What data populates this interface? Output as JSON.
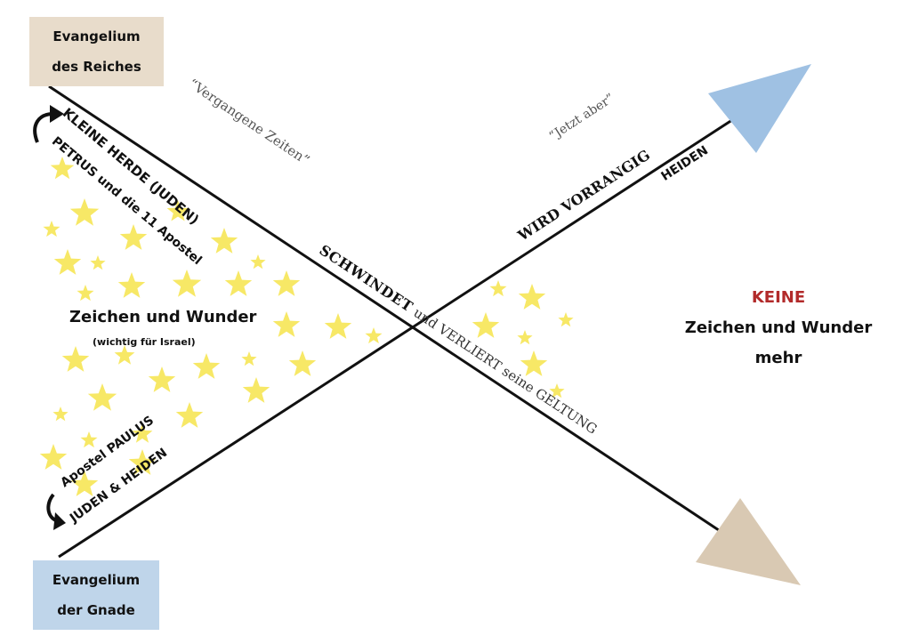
{
  "boxes": {
    "top": {
      "line1": "Evangelium",
      "line2": "des Reiches",
      "color": "#e8dccb"
    },
    "bottom": {
      "line1": "Evangelium",
      "line2": "der Gnade",
      "color": "#bfd5ea"
    }
  },
  "quotes": {
    "past": "“Vergangene Zeiten”",
    "now": "“Jetzt aber”"
  },
  "descending_line": {
    "label_bold": "SCHWINDET",
    "label_rest": "und VERLIERT seine GELTUNG",
    "arrowhead_color": "#d9c9b3"
  },
  "ascending_line": {
    "label_bold": "WIRD VORRANGIG",
    "label_small": "HEIDEN",
    "arrowhead_color": "#9fc1e3"
  },
  "left_top": {
    "line1": "KLEINE HERDE (JUDEN)",
    "line2": "PETRUS und die 11 Apostel"
  },
  "left_middle": {
    "title": "Zeichen und Wunder",
    "subtitle": "(wichtig für Israel)"
  },
  "left_bottom": {
    "line1": "Apostel PAULUS",
    "line2": "JUDEN & HEIDEN"
  },
  "right_block": {
    "keine": "KEINE",
    "line2": "Zeichen und Wunder",
    "line3": "mehr",
    "keine_color": "#b22a2a"
  },
  "star_color": "#f7e866"
}
